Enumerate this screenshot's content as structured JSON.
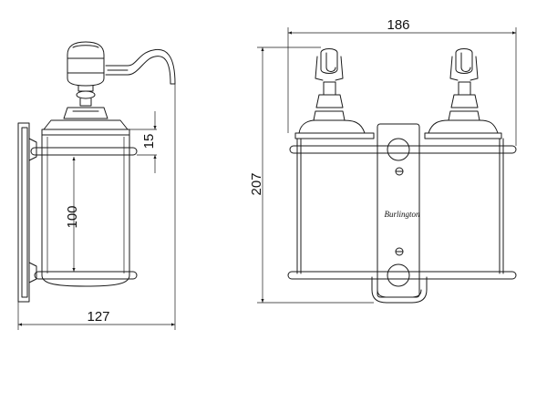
{
  "dimensions": {
    "width_top": "186",
    "height_total": "207",
    "depth_bottom": "127",
    "pump_offset": "15",
    "cup_height": "100"
  },
  "brand_mark": "Burlington"
}
